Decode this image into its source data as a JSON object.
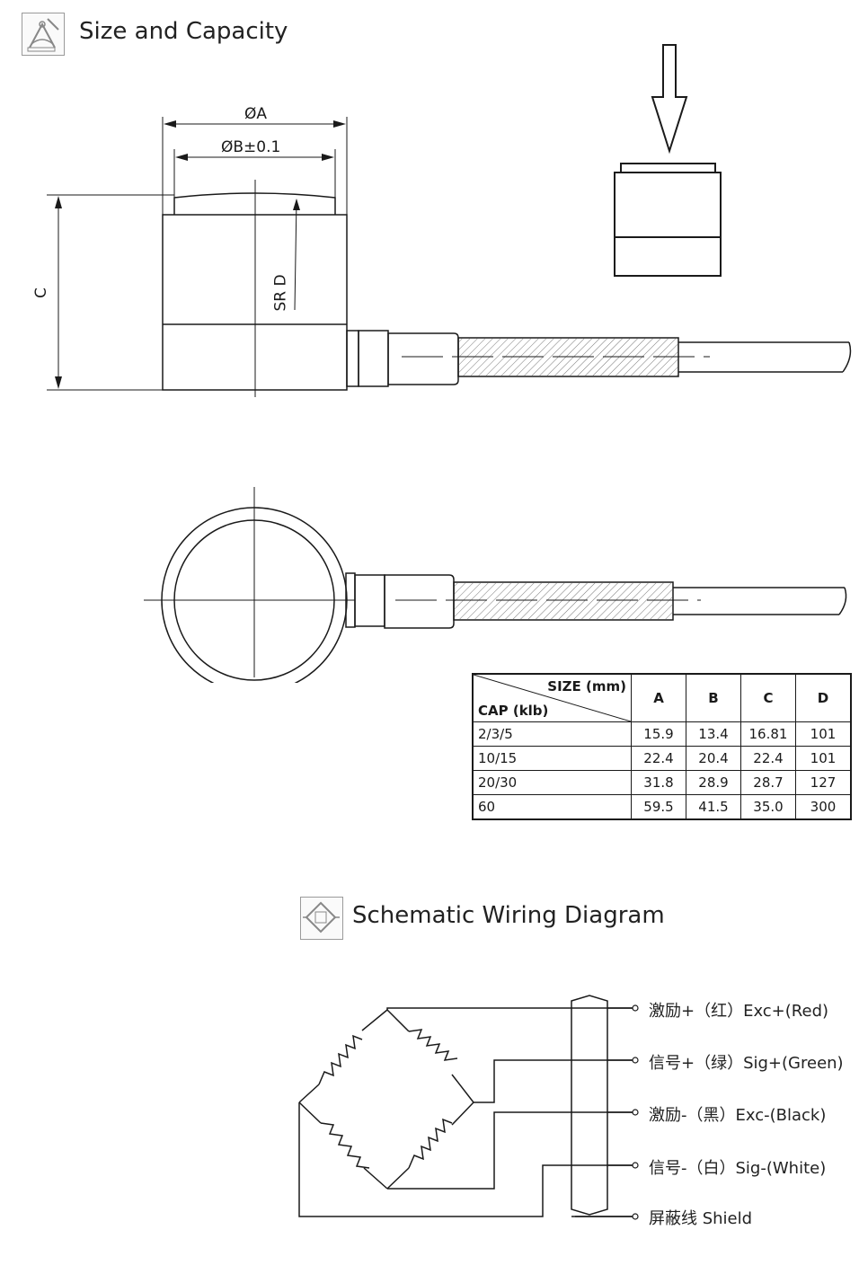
{
  "sections": {
    "size_title": "Size and Capacity",
    "wiring_title": "Schematic Wiring Diagram"
  },
  "icons": {
    "size_icon": "drafting-tools-icon",
    "wiring_icon": "bridge-circuit-icon"
  },
  "drawing": {
    "dim_a": "ØA",
    "dim_b": "ØB±0.1",
    "dim_c": "C",
    "dim_srd": "SR D"
  },
  "table": {
    "size_header": "SIZE (mm)",
    "cap_header": "CAP (klb)",
    "columns": [
      "A",
      "B",
      "C",
      "D"
    ],
    "rows": [
      {
        "cap": "2/3/5",
        "a": "15.9",
        "b": "13.4",
        "c": "16.81",
        "d": "101"
      },
      {
        "cap": "10/15",
        "a": "22.4",
        "b": "20.4",
        "c": "22.4",
        "d": "101"
      },
      {
        "cap": "20/30",
        "a": "31.8",
        "b": "28.9",
        "c": "28.7",
        "d": "127"
      },
      {
        "cap": "60",
        "a": "59.5",
        "b": "41.5",
        "c": "35.0",
        "d": "300"
      }
    ]
  },
  "wiring": {
    "wires": [
      "激励+（红）Exc+(Red)",
      "信号+（绿）Sig+(Green)",
      "激励-（黑）Exc-(Black)",
      "信号-（白）Sig-(White)",
      "屏蔽线  Shield"
    ]
  }
}
